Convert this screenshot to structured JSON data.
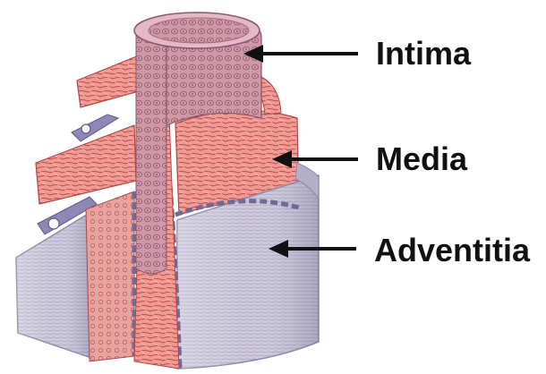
{
  "labels": {
    "intima": "Intima",
    "media": "Media",
    "adventitia": "Adventitia"
  },
  "colors": {
    "intima": "#c9909e",
    "media": "#e98f88",
    "media_fiber": "#c64b4b",
    "adventitia": "#c7c2d6",
    "elastic_lamina": "#6f6a96",
    "arrow": "#111111",
    "background": "#ffffff"
  }
}
